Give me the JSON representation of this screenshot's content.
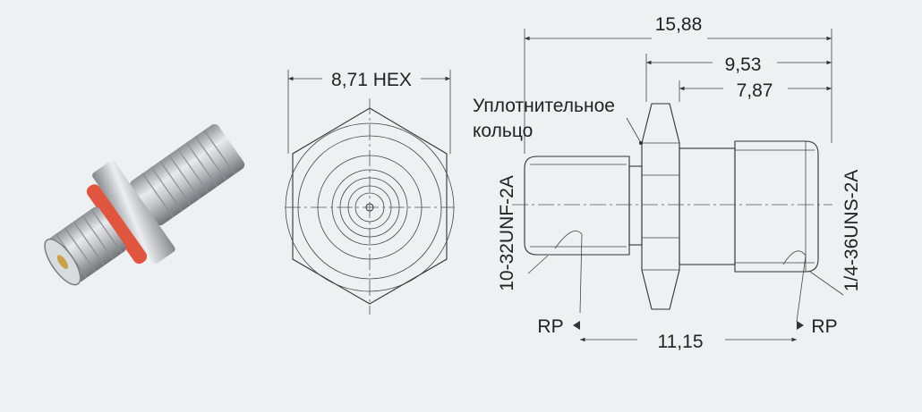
{
  "dimensions": {
    "overall_length": "15,88",
    "length_mid": "9,53",
    "length_short": "7,87",
    "hex_size": "8,71 HEX",
    "rp_distance": "11,15"
  },
  "labels": {
    "seal_line1": "Уплотнительное",
    "seal_line2": "кольцо",
    "thread_left": "10-32UNF-2A",
    "thread_right": "1/4-36UNS-2A",
    "rp_left": "RP",
    "rp_right": "RP"
  },
  "colors": {
    "background": "#eef0f1",
    "line": "#333333",
    "oring": "#e0553f",
    "metal": "#b9bcbf"
  }
}
